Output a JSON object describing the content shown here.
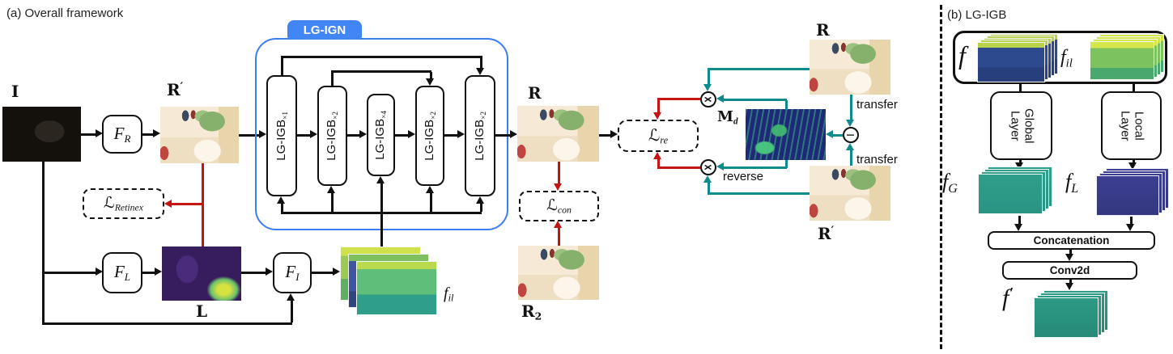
{
  "colors": {
    "accent_blue": "#4285f4",
    "teal": "#0f8b8d",
    "red": "#c41414"
  },
  "panel_a": {
    "title": "(a) Overall framework",
    "input_image_label": "I",
    "fr": {
      "base": "F",
      "sub": "R"
    },
    "r_prime": {
      "base": "R",
      "sup": "′"
    },
    "loss_retinex": {
      "base": "ℒ",
      "sub": "Retinex"
    },
    "fl": {
      "base": "F",
      "sub": "L"
    },
    "l_label": "L",
    "fi": {
      "base": "F",
      "sub": "I"
    },
    "f_il": {
      "base": "f",
      "sub": "il"
    },
    "lgign": {
      "label": "LG-IGN",
      "blocks": [
        {
          "base": "LG-IGB",
          "sub": "×1"
        },
        {
          "base": "LG-IGB",
          "sub": "×2"
        },
        {
          "base": "LG-IGB",
          "sub": "×4"
        },
        {
          "base": "LG-IGB",
          "sub": "×2"
        },
        {
          "base": "LG-IGB",
          "sub": "×2"
        }
      ]
    },
    "r_label": "R",
    "loss_re": {
      "base": "ℒ",
      "sub": "re"
    },
    "loss_con": {
      "base": "ℒ",
      "sub": "con"
    },
    "r2": {
      "base": "R",
      "sub": "2"
    },
    "md": {
      "base": "M",
      "sub": "d"
    },
    "r_ref_label": "R",
    "r_prime_ref": {
      "base": "R",
      "sup": "′"
    },
    "transfer_top": "transfer",
    "transfer_bottom": "transfer",
    "reverse_label": "reverse",
    "ops": {
      "subtract": "−",
      "multiply_top": "×",
      "multiply_bottom": "×"
    }
  },
  "panel_b": {
    "title": "(b) LG-IGB",
    "f_label": "f",
    "f_il": {
      "base": "f",
      "sub": "il"
    },
    "global_layer": {
      "line1": "Global",
      "line2": "Layer"
    },
    "local_layer": {
      "line1": "Local",
      "line2": "Layer"
    },
    "f_g": {
      "base": "f",
      "sub": "G"
    },
    "f_l": {
      "base": "f",
      "sub": "L"
    },
    "concat_label": "Concatenation",
    "conv_label": "Conv2d",
    "f_prime": {
      "base": "f",
      "sup": "′"
    }
  }
}
